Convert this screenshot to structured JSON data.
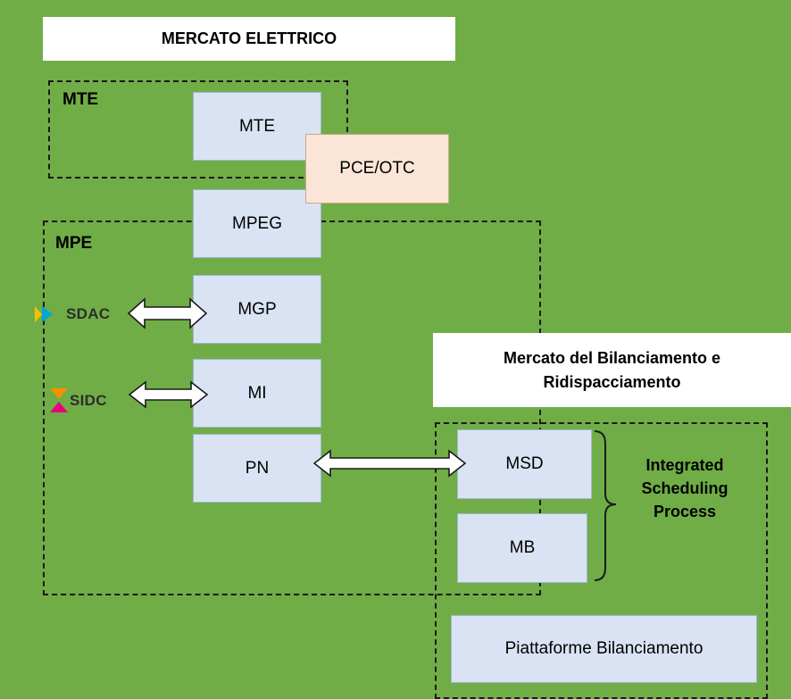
{
  "title": "MERCATO ELETTRICO",
  "regions": {
    "mte": "MTE",
    "mpe": "MPE"
  },
  "boxes": {
    "mte": "MTE",
    "pce_otc": "PCE/OTC",
    "mpeg": "MPEG",
    "mgp": "MGP",
    "mi": "MI",
    "pn": "PN",
    "msd": "MSD",
    "mb": "MB",
    "piattaforme": "Piattaforme Bilanciamento"
  },
  "balancing_title": "Mercato del Bilanciamento e Ridispacciamento",
  "isp_label": "Integrated Scheduling Process",
  "logos": {
    "sdac": "SDAC",
    "sidc": "SIDC"
  },
  "colors": {
    "background": "#70ad47",
    "box_fill": "#dae3f3",
    "pce_fill": "#fbe5d6",
    "sdac_blue": "#00a7d6",
    "sdac_yellow": "#f2c200",
    "sidc_orange": "#f39200",
    "sidc_pink": "#e6007e"
  }
}
